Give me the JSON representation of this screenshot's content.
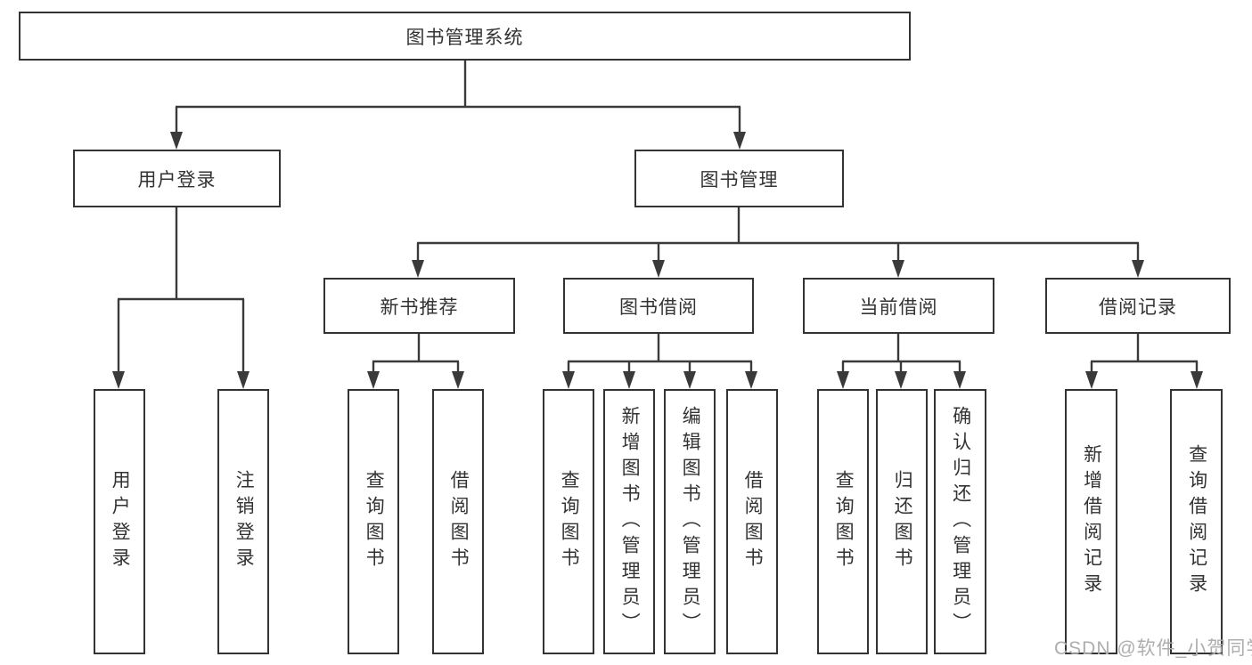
{
  "diagram": {
    "root": {
      "label": "图书管理系统"
    },
    "level2": [
      {
        "id": "user-login",
        "label": "用户登录"
      },
      {
        "id": "book-management",
        "label": "图书管理"
      }
    ],
    "level3": [
      {
        "id": "new-book-recommendation",
        "label": "新书推荐",
        "parent": "图书管理"
      },
      {
        "id": "book-borrowing",
        "label": "图书借阅",
        "parent": "图书管理"
      },
      {
        "id": "current-borrowing",
        "label": "当前借阅",
        "parent": "图书管理"
      },
      {
        "id": "borrowing-records",
        "label": "借阅记录",
        "parent": "图书管理"
      }
    ],
    "leaves": [
      {
        "parent": "用户登录",
        "label": "用户登录"
      },
      {
        "parent": "用户登录",
        "label": "注销登录"
      },
      {
        "parent": "新书推荐",
        "label": "查询图书"
      },
      {
        "parent": "新书推荐",
        "label": "借阅图书"
      },
      {
        "parent": "图书借阅",
        "label": "查询图书"
      },
      {
        "parent": "图书借阅",
        "label": "新增图书（管理员）"
      },
      {
        "parent": "图书借阅",
        "label": "编辑图书（管理员）"
      },
      {
        "parent": "图书借阅",
        "label": "借阅图书"
      },
      {
        "parent": "当前借阅",
        "label": "查询图书"
      },
      {
        "parent": "当前借阅",
        "label": "归还图书"
      },
      {
        "parent": "当前借阅",
        "label": "确认归还（管理员）"
      },
      {
        "parent": "借阅记录",
        "label": "新增借阅记录"
      },
      {
        "parent": "借阅记录",
        "label": "查询借阅记录"
      }
    ]
  },
  "watermark": {
    "text": "CSDN @软件_小贺同学"
  },
  "colors": {
    "line": "#3a3a3a",
    "border": "#333333",
    "text": "#333333",
    "watermark": "#aeaeae",
    "background": "#ffffff"
  }
}
